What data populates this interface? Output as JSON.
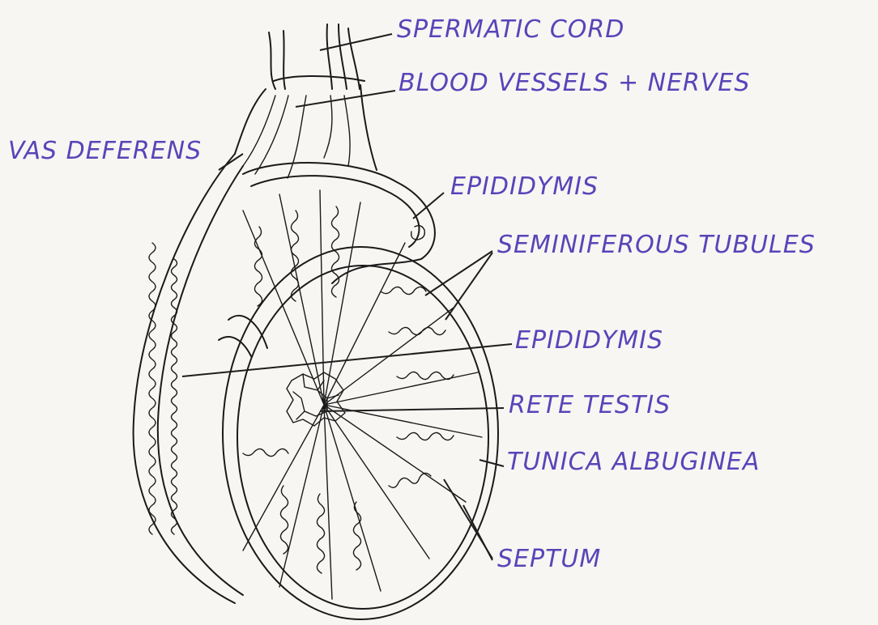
{
  "labels": {
    "spermatic_cord": "SPERMATIC CORD",
    "blood_vessels": "BLOOD VESSELS + NERVES",
    "vas_deferens": "VAS DEFERENS",
    "epididymis_upper": "EPIDIDYMIS",
    "seminiferous_tubules": "SEMINIFEROUS TUBULES",
    "epididymis_middle": "EPIDIDYMIS",
    "rete_testis": "RETE TESTIS",
    "tunica_albuginea": "TUNICA ALBUGINEA",
    "septum": "SEPTUM"
  },
  "colors": {
    "ink": "#1a1a1a",
    "label_ink": "#5a44b8",
    "paper": "#f7f6f3"
  }
}
